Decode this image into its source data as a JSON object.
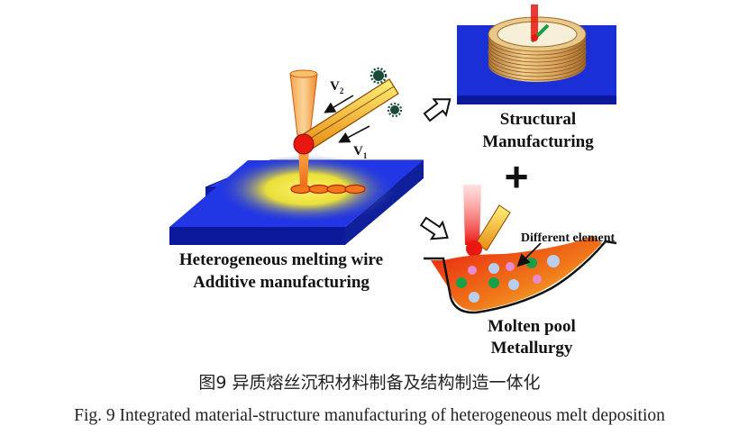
{
  "figure": {
    "velocity_1": "V",
    "velocity_1_sub": "1",
    "velocity_2": "V",
    "velocity_2_sub": "2",
    "process_label_line1": "Heterogeneous melting wire",
    "process_label_line2": "Additive manufacturing",
    "structural_label_line1": "Structural",
    "structural_label_line2": "Manufacturing",
    "plus_sign": "+",
    "element_label": "Different element",
    "pool_label_line1": "Molten pool",
    "pool_label_line2": "Metallurgy"
  },
  "caption": {
    "chinese": "图9  异质熔丝沉积材料制备及结构制造一体化",
    "english": "Fig. 9 Integrated material-structure manufacturing of heterogeneous melt deposition"
  },
  "colors": {
    "substrate_blue": "#1a2fd6",
    "heat_yellow": "#f2e41a",
    "melt_red": "#e8170f",
    "wire_orange": "#f0a020",
    "ring_tan": "#d9a35a",
    "particle_green": "#16a04a",
    "particle_pink": "#e88ad0",
    "particle_blue": "#b8cff0"
  }
}
